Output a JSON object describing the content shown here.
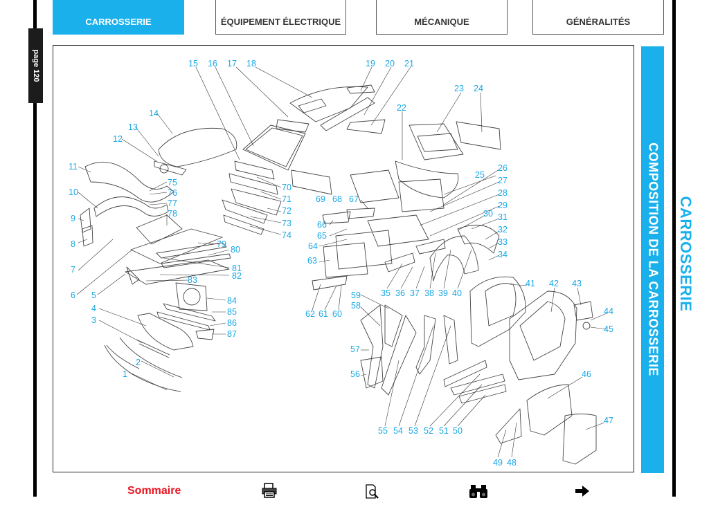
{
  "tabs": [
    {
      "label": "CARROSSERIE",
      "active": true
    },
    {
      "label": "ÉQUIPEMENT ÉLECTRIQUE",
      "active": false
    },
    {
      "label": "MÉCANIQUE",
      "active": false
    },
    {
      "label": "GÉNÉRALITÉS",
      "active": false
    }
  ],
  "page_label": "page 120",
  "side": {
    "main_title": "CARROSSERIE",
    "subtitle": "COMPOSITION DE LA CARROSSERIE"
  },
  "diagram": {
    "callouts": [
      "1",
      "2",
      "3",
      "4",
      "5",
      "6",
      "7",
      "8",
      "9",
      "10",
      "11",
      "12",
      "13",
      "14",
      "15",
      "16",
      "17",
      "18",
      "19",
      "20",
      "21",
      "22",
      "23",
      "24",
      "25",
      "26",
      "27",
      "28",
      "29",
      "30",
      "31",
      "32",
      "33",
      "34",
      "35",
      "36",
      "37",
      "38",
      "39",
      "40",
      "41",
      "42",
      "43",
      "44",
      "45",
      "46",
      "47",
      "48",
      "49",
      "50",
      "51",
      "52",
      "53",
      "54",
      "55",
      "56",
      "57",
      "58",
      "59",
      "60",
      "61",
      "62",
      "63",
      "64",
      "65",
      "66",
      "67",
      "68",
      "69",
      "70",
      "71",
      "72",
      "73",
      "74",
      "75",
      "76",
      "77",
      "78",
      "79",
      "80",
      "81",
      "82",
      "83",
      "84",
      "85",
      "86",
      "87"
    ]
  },
  "footer": {
    "sommaire": "Sommaire",
    "icons": [
      "printer-icon",
      "document-search-icon",
      "binoculars-icon",
      "arrow-right-icon"
    ]
  },
  "colors": {
    "accent": "#1ab0ec",
    "callout": "#1aa8e6",
    "sommaire": "#e8141f"
  }
}
